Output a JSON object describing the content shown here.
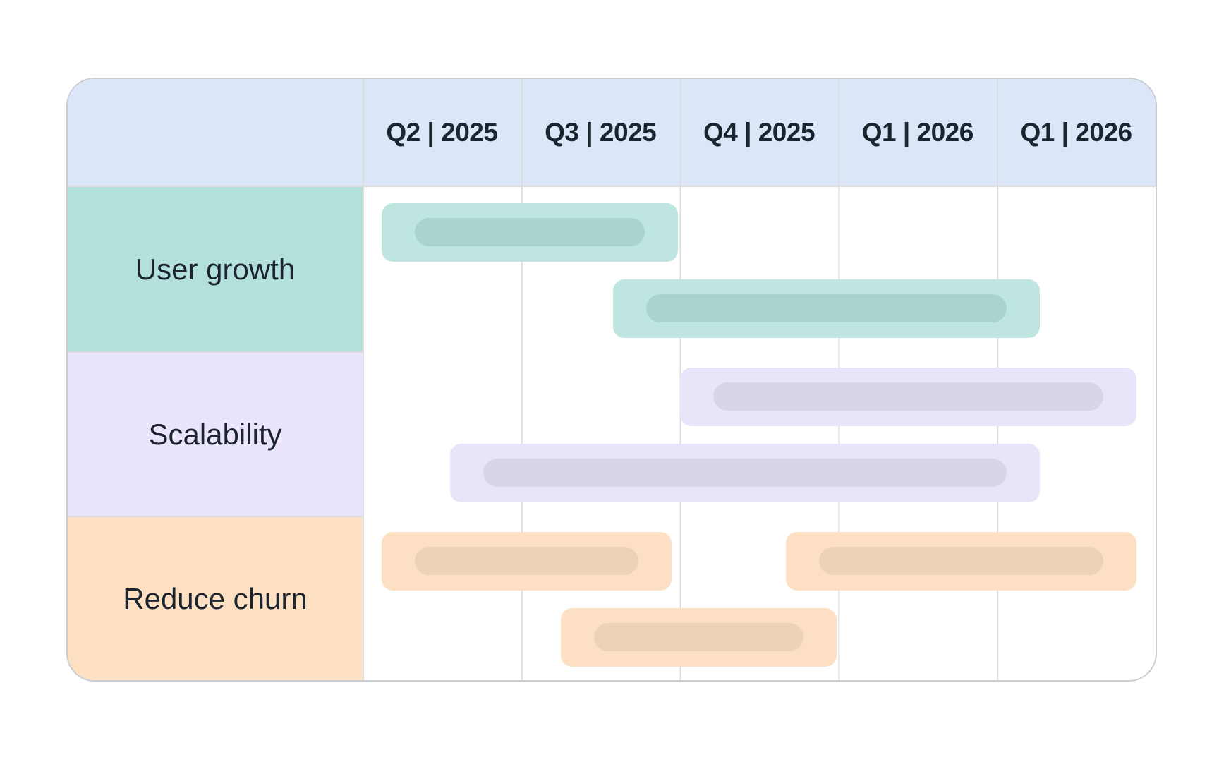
{
  "colors": {
    "page_bg": "#ffffff",
    "header_bg": "#dbe7f9",
    "table_border": "#cacdd2",
    "gridline": "#dcdcde",
    "text": "#1c2430",
    "palettes": {
      "teal": {
        "cell": "#b3e0da",
        "bar": "#bee5df",
        "pill": "#a9d3cd"
      },
      "lavender": {
        "cell": "#eae5fc",
        "bar": "#e9e4f9",
        "pill": "#d8d4ea"
      },
      "orange": {
        "cell": "#fddfc1",
        "bar": "#fde0c3",
        "pill": "#ecd3b7"
      }
    }
  },
  "chart_data": {
    "type": "bar",
    "subtype": "gantt",
    "columns": [
      "Q2 | 2025",
      "Q3 | 2025",
      "Q4 | 2025",
      "Q1 | 2026",
      "Q1 | 2026"
    ],
    "rows": [
      {
        "id": "user-growth",
        "label": "User growth",
        "palette": "teal"
      },
      {
        "id": "scalability",
        "label": "Scalability",
        "palette": "lavender"
      },
      {
        "id": "reduce-churn",
        "label": "Reduce churn",
        "palette": "orange"
      }
    ],
    "units": "quarter columns; 0 = left edge of Q2 2025 column, 5 = right edge of last column",
    "bars": [
      {
        "row": "user-growth",
        "lane": 0,
        "start": 0.12,
        "end": 1.99,
        "palette": "teal"
      },
      {
        "row": "user-growth",
        "lane": 1,
        "start": 1.58,
        "end": 4.27,
        "palette": "teal"
      },
      {
        "row": "scalability",
        "lane": 0,
        "start": 2.0,
        "end": 4.88,
        "palette": "lavender"
      },
      {
        "row": "scalability",
        "lane": 1,
        "start": 0.55,
        "end": 4.27,
        "palette": "lavender"
      },
      {
        "row": "reduce-churn",
        "lane": 0,
        "start": 0.12,
        "end": 1.95,
        "palette": "orange"
      },
      {
        "row": "reduce-churn",
        "lane": 1,
        "start": 1.25,
        "end": 2.99,
        "palette": "orange"
      },
      {
        "row": "reduce-churn",
        "lane": 0,
        "start": 2.67,
        "end": 4.88,
        "palette": "orange"
      }
    ],
    "legend_position": "none",
    "grid": "vertical column separators only"
  }
}
